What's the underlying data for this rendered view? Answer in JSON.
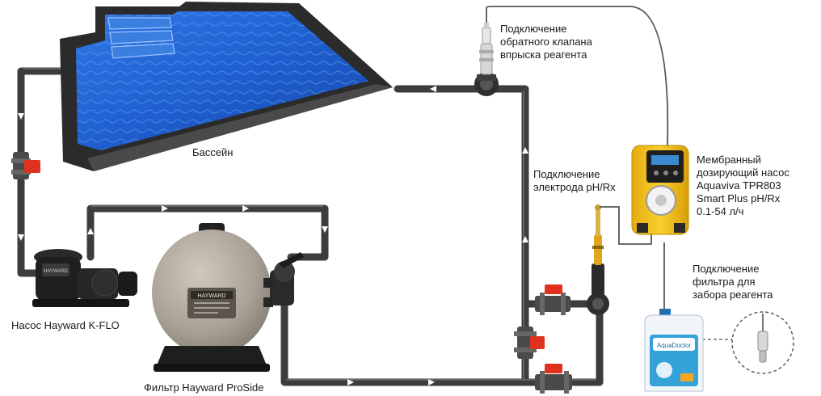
{
  "labels": {
    "pool": "Бассейн",
    "pump": "Насос Hayward K-FLO",
    "filter": "Фильтр Hayward ProSide",
    "check_valve": "Подключение\nобратного клапана\nвпрыска реагента",
    "electrode": "Подключение\nэлектрода pH/Rx",
    "dosing_pump": "Мембранный\nдозирующий насос\nAquaviva TPR803\nSmart Plus pH/Rx\n0.1-54 л/ч",
    "suction_filter": "Подключение\nфильтра для\nзабора реагента"
  },
  "product_text": {
    "filter_brand": "HAYWARD",
    "pump_brand": "HAYWARD",
    "canister_brand": "AquaDoctor"
  },
  "colors": {
    "pipe": "#3d3d3d",
    "pipe_highlight": "#6a6a6a",
    "pool_water": "#1f5fd0",
    "pool_frame": "#2b2b2b",
    "valve_handle": "#e0301e",
    "filter_body": "#b0a89c",
    "dosing_pump_body": "#f4c21a",
    "canister": "#f2f6fb",
    "canister_label": "#34a3d9",
    "tube": "#555555"
  }
}
